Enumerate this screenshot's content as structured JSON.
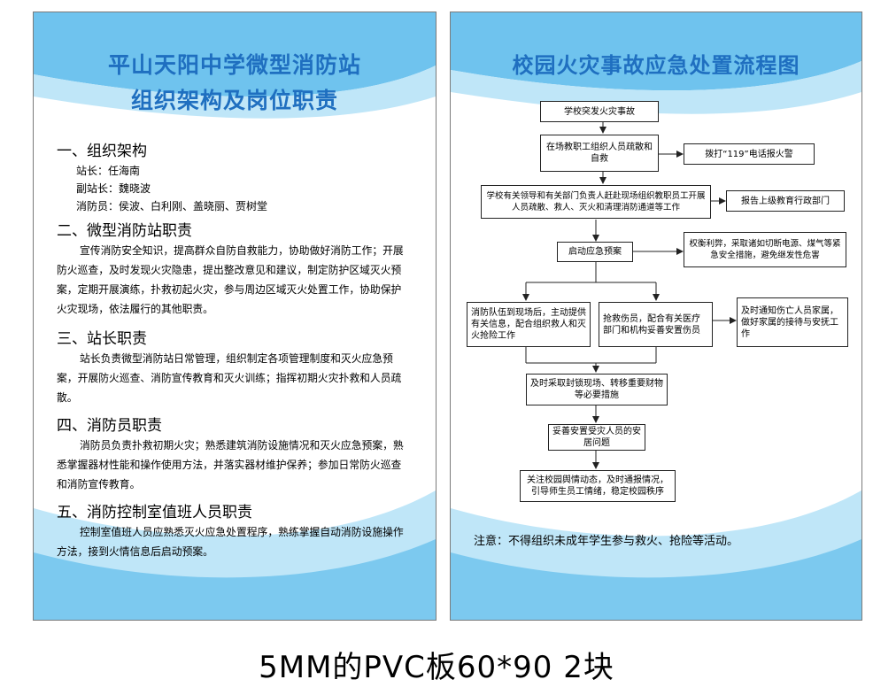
{
  "left": {
    "title_line1": "平山天阳中学微型消防站",
    "title_line2": "组织架构及岗位职责",
    "s1_heading": "一、组织架构",
    "s1_station_chief": "站长：任海南",
    "s1_deputy_chief": "副站长：魏晓波",
    "s1_firefighters": "消防员：侯波、白利刚、盖晓丽、贾树堂",
    "s2_heading": "二、微型消防站职责",
    "s2_text": "宣传消防安全知识，提高群众自防自救能力，协助做好消防工作；开展防火巡查，及时发现火灾隐患，提出整改意见和建议，制定防护区域灭火预案，定期开展演练，扑救初起火灾，参与周边区域灭火处置工作，协助保护火灾现场，依法履行的其他职责。",
    "s3_heading": "三、站长职责",
    "s3_text": "站长负责微型消防站日常管理，组织制定各项管理制度和灭火应急预案，开展防火巡查、消防宣传教育和灭火训练；指挥初期火灾扑救和人员疏散。",
    "s4_heading": "四、消防员职责",
    "s4_text": "消防员负责扑救初期火灾；熟悉建筑消防设施情况和灭火应急预案，熟悉掌握器材性能和操作使用方法，并落实器材维护保养；参加日常防火巡查和消防宣传教育。",
    "s5_heading": "五、消防控制室值班人员职责",
    "s5_text": "控制室值班人员应熟悉灭火应急处置程序，熟练掌握自动消防设施操作方法，接到火情信息后启动预案。"
  },
  "right": {
    "title": "校园火灾事故应急处置流程图",
    "flow": {
      "b1": "学校突发火灾事故",
      "b2": "在场教职工组织人员疏散和自救",
      "b2_side": "拨打“119”电话报火警",
      "b3": "学校有关领导和有关部门负责人赶赴现场组织教职员工开展人员疏散、救人、灭火和清理消防通道等工作",
      "b3_side": "报告上级教育行政部门",
      "b4": "启动应急预案",
      "b4_side": "权衡利弊，采取诸如切断电源、煤气等紧急安全措施，避免继发性危害",
      "b5a": "消防队伍到现场后，主动提供有关信息，配合组织救人和灭火抢险工作",
      "b5b": "抢救伤员，配合有关医疗部门和机构妥善安置伤员",
      "b5_side": "及时通知伤亡人员家属，做好家属的接待与安抚工作",
      "b6": "及时采取封锁现场、转移重要财物等必要措施",
      "b7": "妥善安置受灾人员的安居问题",
      "b8": "关注校园舆情动态，及时通报情况，引导师生员工情绪，稳定校园秩序"
    },
    "note": "注意：不得组织未成年学生参与救火、抢险等活动。"
  },
  "caption": "5MM的PVC板60*90  2块",
  "colors": {
    "title_blue": "#1f6fc0",
    "wave_blue": "#6fc3ee",
    "wave_light": "#bfe6f8"
  }
}
